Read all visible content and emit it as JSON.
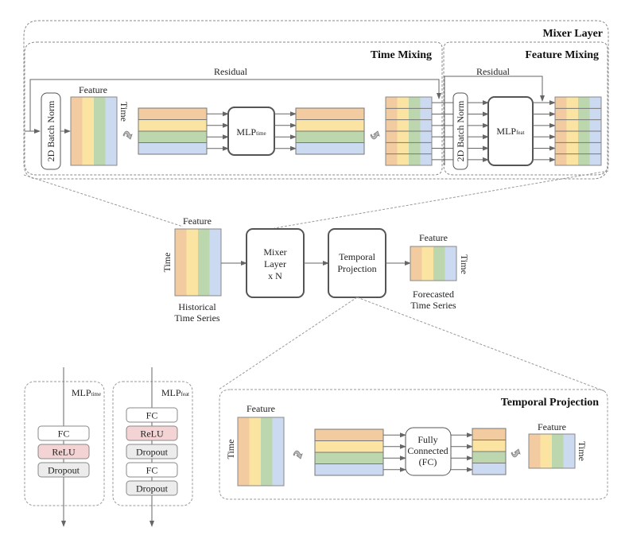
{
  "colors": {
    "orange": "#f2cba0",
    "yellow": "#fbe4a2",
    "green": "#bcd7ad",
    "blue": "#cbd9f1",
    "relu": "#f3d3d3",
    "dropout": "#ececec",
    "line": "#666666"
  },
  "mixer_layer": {
    "title": "Mixer Layer",
    "time_mixing": {
      "title": "Time Mixing",
      "residual_label": "Residual",
      "batch_norm_label": "2D Batch Norm",
      "feature_label": "Feature",
      "time_label": "Time",
      "mlp_label": "MLP",
      "mlp_subscript": "time"
    },
    "feature_mixing": {
      "title": "Feature Mixing",
      "residual_label": "Residual",
      "batch_norm_label": "2D Batch Norm",
      "mlp_label": "MLP",
      "mlp_subscript": "feat"
    }
  },
  "pipeline": {
    "input": {
      "feature_label": "Feature",
      "time_label": "Time",
      "caption_line1": "Historical",
      "caption_line2": "Time Series"
    },
    "mixer_box": {
      "line1": "Mixer",
      "line2": "Layer",
      "line3": "x N"
    },
    "projection_box": {
      "line1": "Temporal",
      "line2": "Projection"
    },
    "output": {
      "feature_label": "Feature",
      "time_label": "Time",
      "caption_line1": "Forecasted",
      "caption_line2": "Time Series"
    }
  },
  "mlp_time_detail": {
    "label": "MLP",
    "subscript": "time",
    "layers": [
      "FC",
      "ReLU",
      "Dropout"
    ]
  },
  "mlp_feat_detail": {
    "label": "MLP",
    "subscript": "feat",
    "layers": [
      "FC",
      "ReLU",
      "Dropout",
      "FC",
      "Dropout"
    ]
  },
  "temporal_projection": {
    "title": "Temporal Projection",
    "feature_label": "Feature",
    "time_label": "Time",
    "fc_line1": "Fully",
    "fc_line2": "Connected",
    "fc_line3": "(FC)",
    "out_feature_label": "Feature",
    "out_time_label": "Time"
  }
}
